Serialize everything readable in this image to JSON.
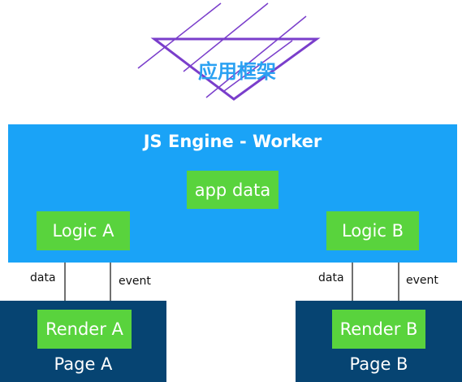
{
  "framework": {
    "label": "应用框架"
  },
  "engine": {
    "title": "JS Engine  - Worker"
  },
  "app_data": {
    "label": "app data"
  },
  "logic_a": {
    "label": "Logic A"
  },
  "logic_b": {
    "label": "Logic B"
  },
  "page_a": {
    "title": "Page A",
    "render_label": "Render A",
    "data_label": "data",
    "event_label": "event"
  },
  "page_b": {
    "title": "Page B",
    "render_label": "Render B",
    "data_label": "data",
    "event_label": "event"
  },
  "colors": {
    "engine": "#1aa3f7",
    "node": "#59d33d",
    "page": "#064472",
    "framework_text": "#2aa1f2",
    "triangle_stroke": "#7a3ecb"
  }
}
